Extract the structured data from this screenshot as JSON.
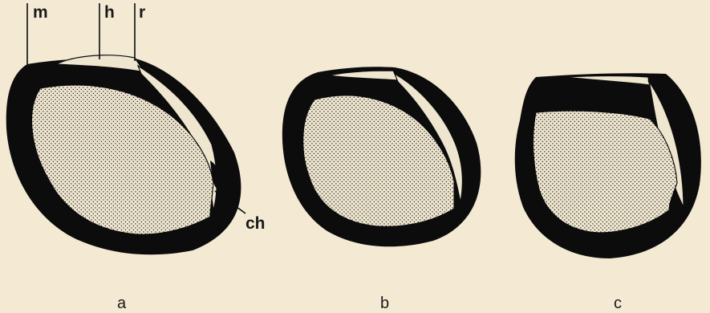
{
  "callouts": {
    "m": "m",
    "h": "h",
    "r": "r",
    "ch": "ch"
  },
  "panels": {
    "a": "a",
    "b": "b",
    "c": "c"
  },
  "colors": {
    "background": "#f4ead4",
    "shell": "#0c0c0c",
    "interior": "#efe6cf",
    "stipple": "#2a2a2a"
  }
}
